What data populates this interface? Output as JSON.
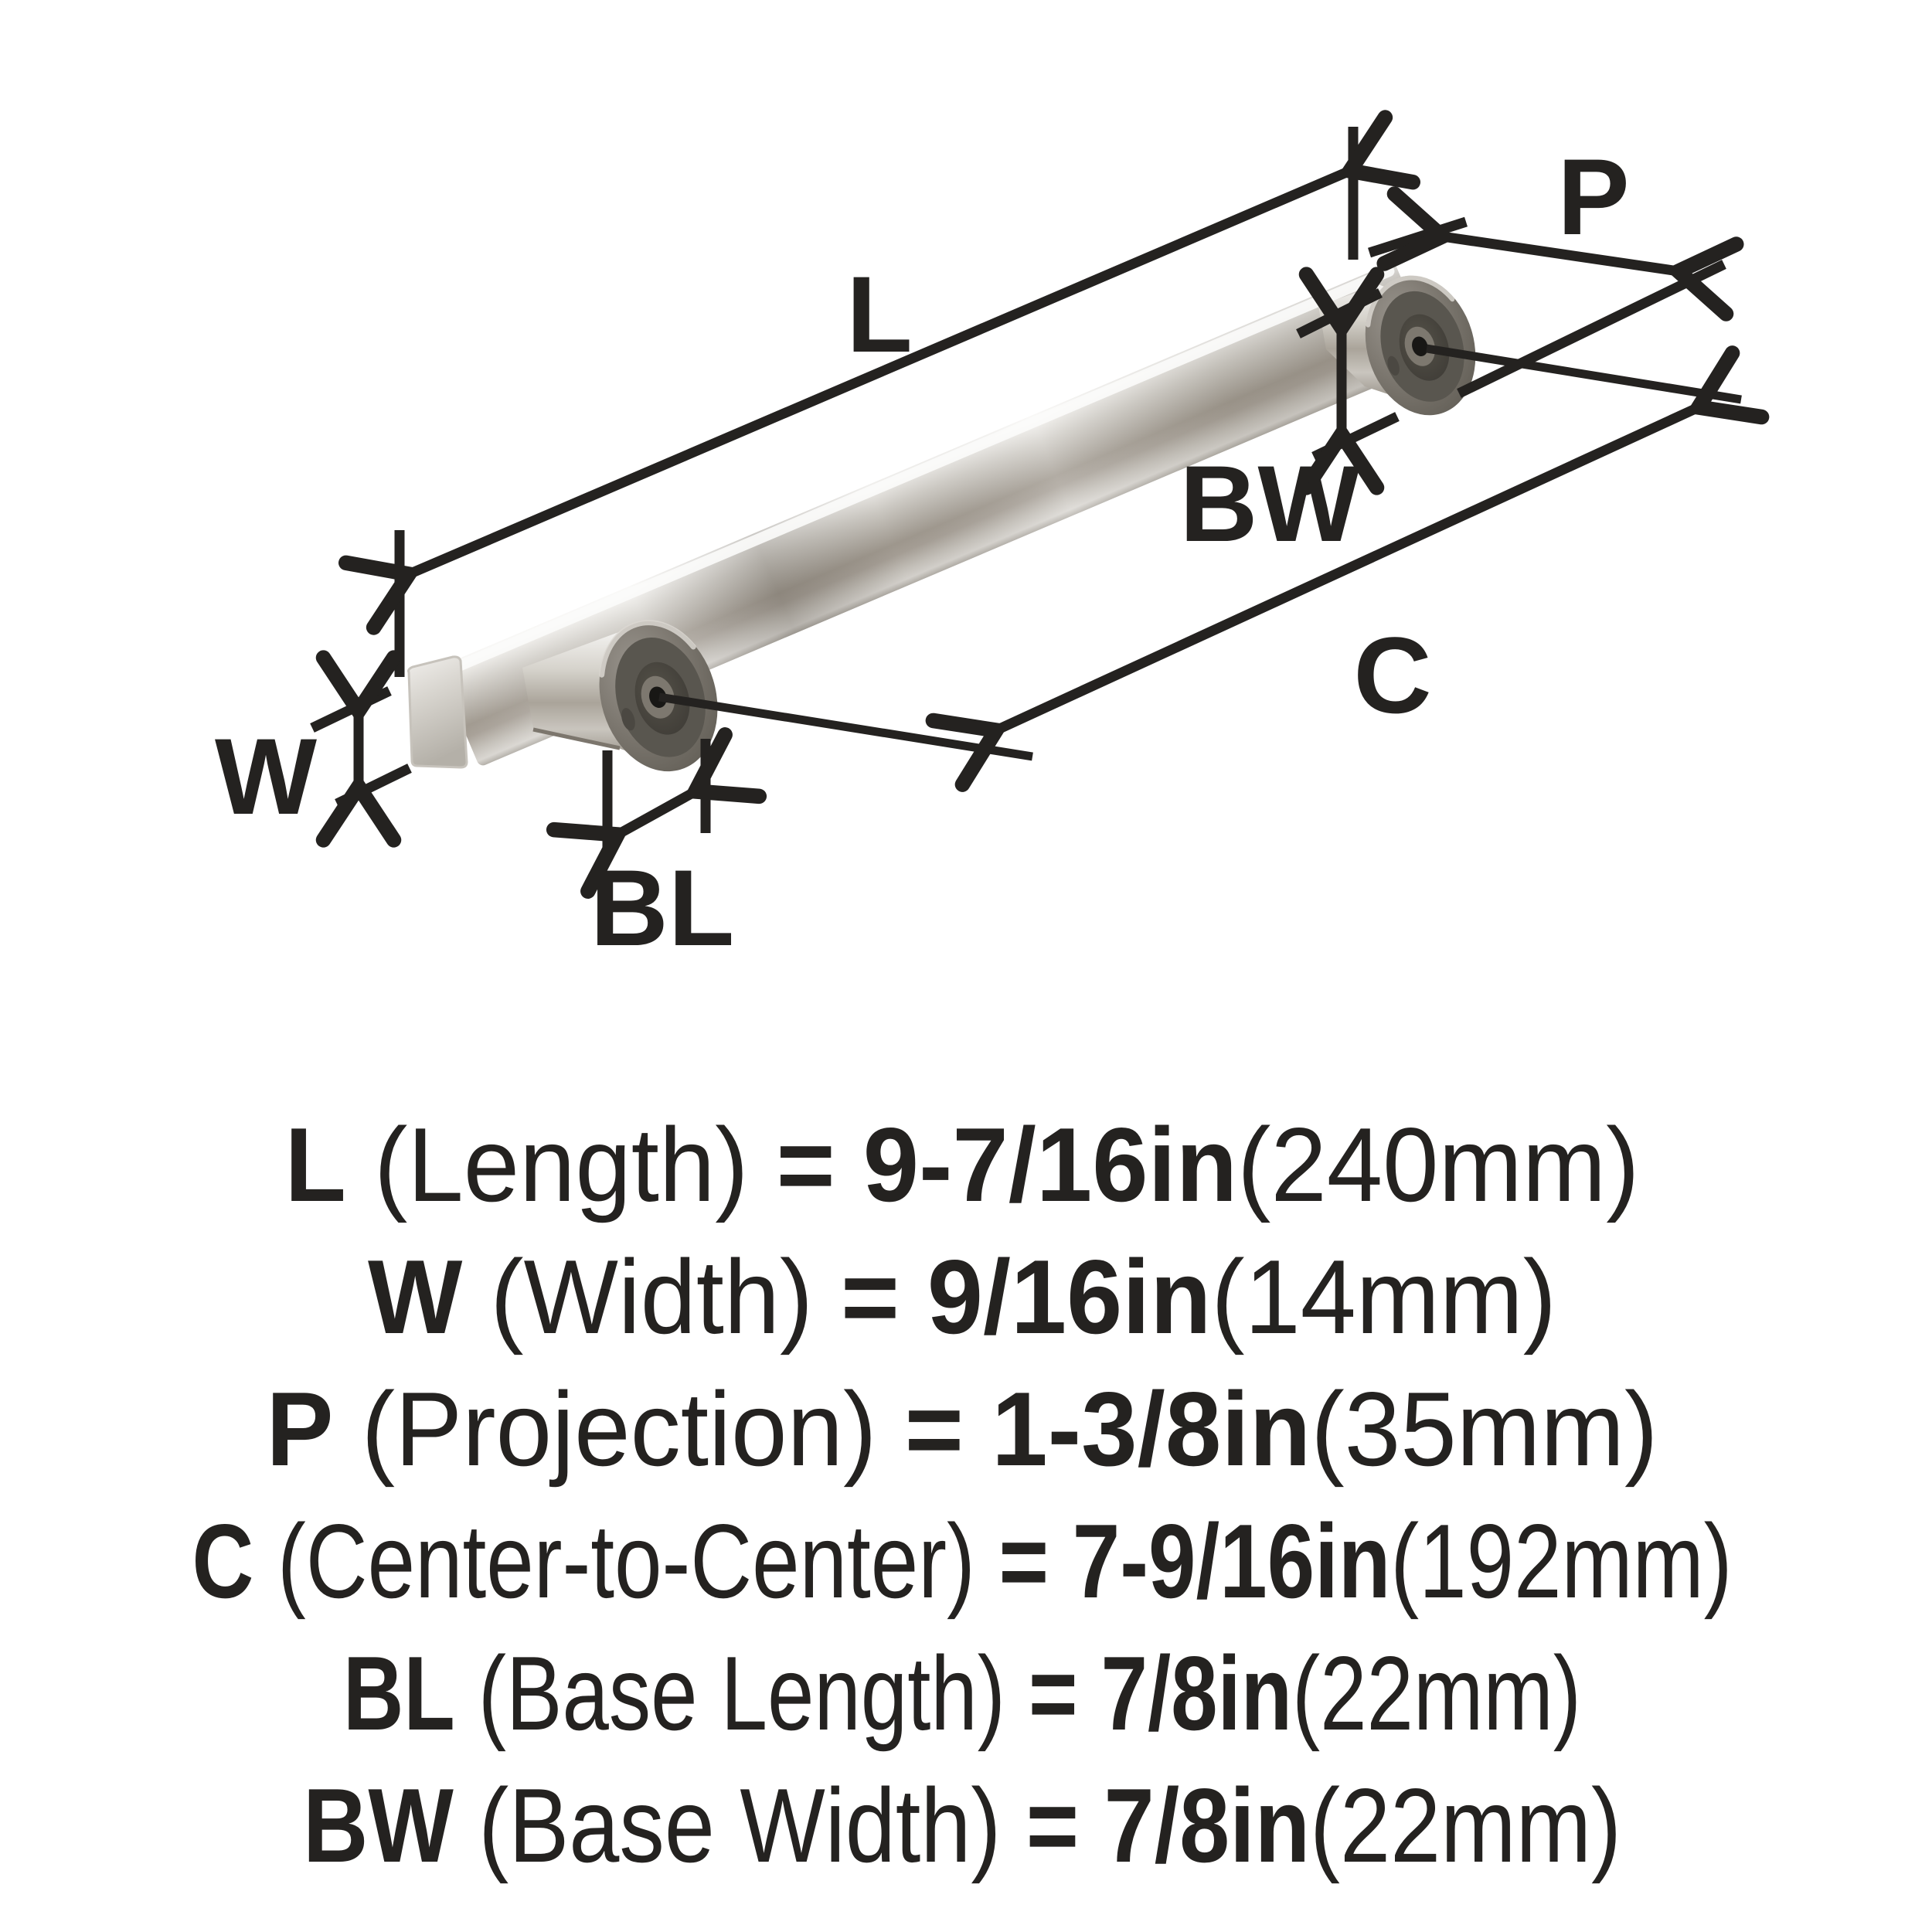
{
  "colors": {
    "ink": "#242220",
    "background": "#ffffff",
    "metal_light": "#f7f6f4",
    "metal_mid": "#b6b1a9",
    "metal_dark": "#9d968c",
    "base_rim_gray": "#7e7971",
    "base_face_gray": "#59564f",
    "hole_dark": "#181715"
  },
  "dims": {
    "L": "L",
    "W": "W",
    "P": "P",
    "C": "C",
    "BL": "BL",
    "BW": "BW"
  },
  "specs": [
    {
      "label": "L",
      "desc": " (Length) ",
      "value": "= 9-7/16in",
      "metric": "(240mm)"
    },
    {
      "label": "W",
      "desc": " (Width) ",
      "value": "= 9/16in",
      "metric": "(14mm)"
    },
    {
      "label": "P",
      "desc": " (Projection) ",
      "value": "= 1-3/8in",
      "metric": "(35mm)"
    },
    {
      "label": "C",
      "desc": " (Center-to-Center) ",
      "value": "= 7-9/16in",
      "metric": "(192mm)"
    },
    {
      "label": "BL",
      "desc": " (Base Length) ",
      "value": "= 7/8in",
      "metric": "(22mm)"
    },
    {
      "label": "BW",
      "desc": " (Base Width) ",
      "value": "= 7/8in",
      "metric": "(22mm)"
    }
  ]
}
